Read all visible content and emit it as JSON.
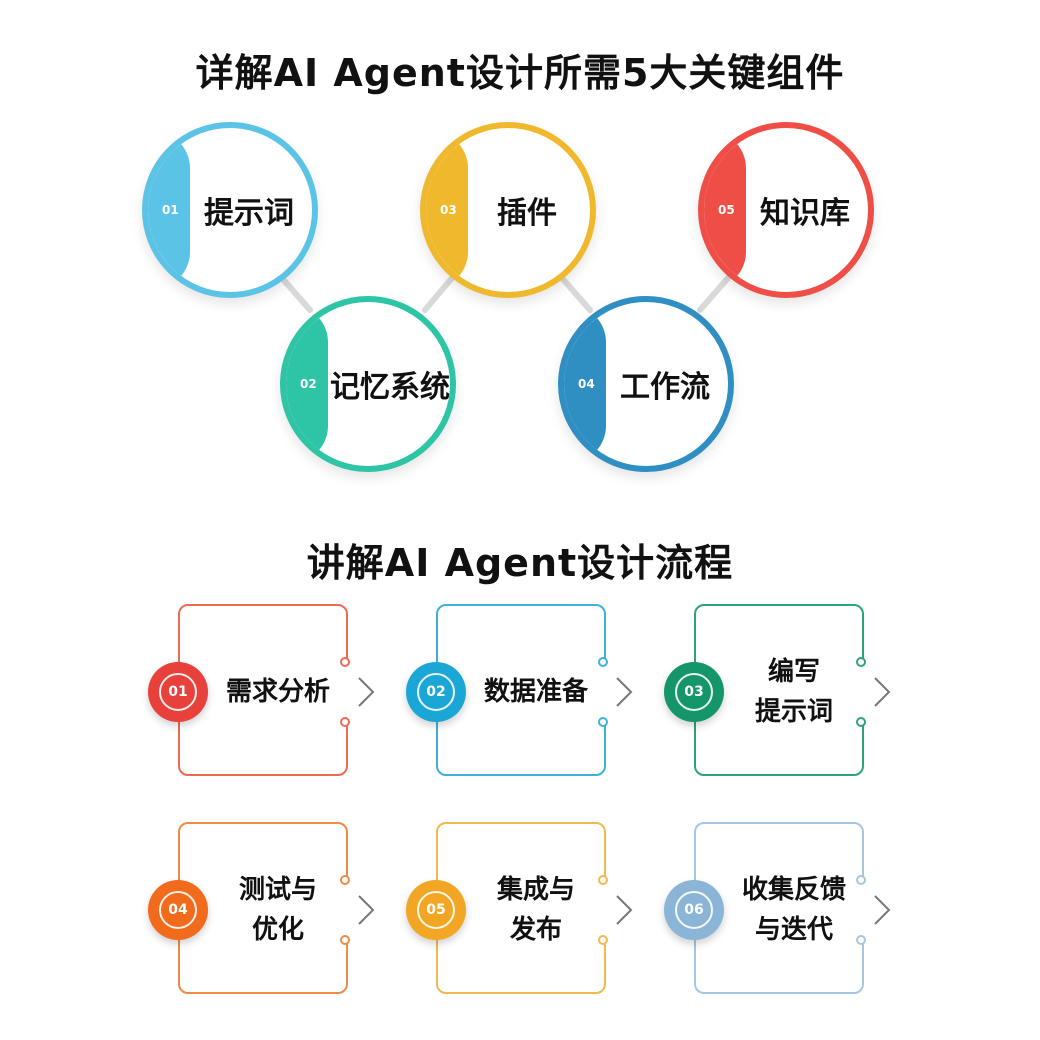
{
  "title_components": "详解AI Agent设计所需5大关键组件",
  "title_process": "讲解AI Agent设计流程",
  "components": [
    {
      "num": "01",
      "label": "提示词",
      "color": "#5bc3e6"
    },
    {
      "num": "02",
      "label": "记忆系统",
      "color": "#2ec4a6"
    },
    {
      "num": "03",
      "label": "插件",
      "color": "#f0b92d"
    },
    {
      "num": "04",
      "label": "工作流",
      "color": "#2f8fc2"
    },
    {
      "num": "05",
      "label": "知识库",
      "color": "#ef4e47"
    }
  ],
  "steps": [
    {
      "num": "01",
      "line1": "需求分析",
      "line2": "",
      "color": "#e8403a",
      "frame_color": "#ee6a52"
    },
    {
      "num": "02",
      "line1": "数据准备",
      "line2": "",
      "color": "#1aa7d6",
      "frame_color": "#3fb1da"
    },
    {
      "num": "03",
      "line1": "编写",
      "line2": "提示词",
      "color": "#15966a",
      "frame_color": "#2ea27a"
    },
    {
      "num": "04",
      "line1": "测试与",
      "line2": "优化",
      "color": "#f26a1b",
      "frame_color": "#f08a45"
    },
    {
      "num": "05",
      "line1": "集成与",
      "line2": "发布",
      "color": "#f3a623",
      "frame_color": "#f3b84f"
    },
    {
      "num": "06",
      "line1": "收集反馈",
      "line2": "与迭代",
      "color": "#8ab5d6",
      "frame_color": "#a7c7e0"
    }
  ]
}
